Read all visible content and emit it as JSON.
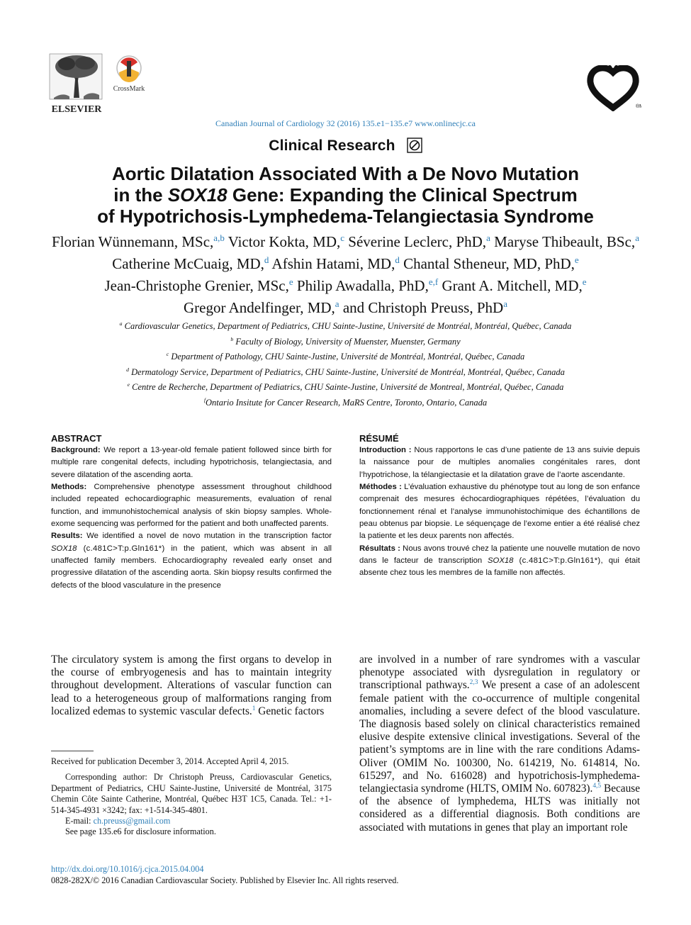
{
  "header": {
    "publisher_logo_text": "ELSEVIER",
    "crossmark_label": "CrossMark",
    "journal_logo_mark": "®MD",
    "journal_line": "Canadian Journal of Cardiology 32 (2016) 135.e1−135.e7 www.onlinecjc.ca",
    "section_label": "Clinical Research"
  },
  "title": {
    "line1": "Aortic Dilatation Associated With a De Novo Mutation",
    "line2_pre": "in the ",
    "line2_gene": "SOX18",
    "line2_post": " Gene: Expanding the Clinical Spectrum",
    "line3": "of Hypotrichosis-Lymphedema-Telangiectasia Syndrome"
  },
  "authors": {
    "lines": [
      [
        {
          "name": "Florian Wünnemann, MSc,",
          "sup": "a,b"
        },
        {
          "name": " Victor Kokta, MD,",
          "sup": "c"
        },
        {
          "name": " Séverine Leclerc, PhD,",
          "sup": "a"
        },
        {
          "name": " Maryse Thibeault, BSc,",
          "sup": "a"
        }
      ],
      [
        {
          "name": "Catherine McCuaig, MD,",
          "sup": "d"
        },
        {
          "name": " Afshin Hatami, MD,",
          "sup": "d"
        },
        {
          "name": " Chantal Stheneur, MD, PhD,",
          "sup": "e"
        }
      ],
      [
        {
          "name": "Jean-Christophe Grenier, MSc,",
          "sup": "e"
        },
        {
          "name": " Philip Awadalla, PhD,",
          "sup": "e,f"
        },
        {
          "name": " Grant A. Mitchell, MD,",
          "sup": "e"
        }
      ],
      [
        {
          "name": "Gregor Andelfinger, MD,",
          "sup": "a"
        },
        {
          "name": " and Christoph Preuss, PhD",
          "sup": "a"
        }
      ]
    ]
  },
  "affiliations": [
    {
      "sup": "a",
      "text": " Cardiovascular Genetics, Department of Pediatrics, CHU Sainte-Justine, Université de Montréal, Montréal, Québec, Canada"
    },
    {
      "sup": "b",
      "text": " Faculty of Biology, University of Muenster, Muenster, Germany"
    },
    {
      "sup": "c",
      "text": " Department of Pathology, CHU Sainte-Justine, Université de Montréal, Montréal, Québec, Canada"
    },
    {
      "sup": "d",
      "text": " Dermatology Service, Department of Pediatrics, CHU Sainte-Justine, Université de Montréal, Montréal, Québec, Canada"
    },
    {
      "sup": "e",
      "text": " Centre de Recherche, Department of Pediatrics, CHU Sainte-Justine, Université de Montreal, Montréal, Québec, Canada"
    },
    {
      "sup": "f",
      "text": "Ontario Insitute for Cancer Research, MaRS Centre, Toronto, Ontario, Canada"
    }
  ],
  "abstract_en": {
    "heading": "ABSTRACT",
    "background_label": "Background:",
    "background_text": " We report a 13-year-old female patient followed since birth for multiple rare congenital defects, including hypotrichosis, telangiectasia, and severe dilatation of the ascending aorta.",
    "methods_label": "Methods:",
    "methods_text": " Comprehensive phenotype assessment throughout childhood included repeated echocardiographic measurements, evaluation of renal function, and immunohistochemical analysis of skin biopsy samples. Whole-exome sequencing was performed for the patient and both unaffected parents.",
    "results_label": "Results:",
    "results_pre": " We identified a novel de novo mutation in the transcription factor ",
    "results_gene": "SOX18",
    "results_mut": " (c.481C>T:p.Gln161*)",
    "results_post": " in the patient, which was absent in all unaffected family members. Echocardiography revealed early onset and progressive dilatation of the ascending aorta. Skin biopsy results confirmed the defects of the blood vasculature in the presence"
  },
  "abstract_fr": {
    "heading": "RÉSUMÉ",
    "intro_label": "Introduction :",
    "intro_text": " Nous rapportons le cas d’une patiente de 13 ans suivie depuis la naissance pour de multiples anomalies congénitales rares, dont l’hypotrichose, la télangiectasie et la dilatation grave de l’aorte ascendante.",
    "methods_label": "Méthodes :",
    "methods_text": " L’évaluation exhaustive du phénotype tout au long de son enfance comprenait des mesures échocardiographiques répétées, l’évaluation du fonctionnement rénal et l’analyse immunohistochimique des échantillons de peau obtenus par biopsie. Le séquençage de l’exome entier a été réalisé chez la patiente et les deux parents non affectés.",
    "results_label": "Résultats :",
    "results_pre": " Nous avons trouvé chez la patiente une nouvelle mutation de novo dans le facteur de transcription ",
    "results_gene": "SOX18",
    "results_mut": " (c.481C>T:p.Gln161*),",
    "results_post": " qui était absente chez tous les membres de la famille non affectés."
  },
  "body_left": {
    "p1_pre": "The circulatory system is among the first organs to develop in the course of embryogenesis and has to maintain integrity throughout development. Alterations of vascular function can lead to a heterogeneous group of malformations ranging from localized edemas to systemic vascular defects.",
    "p1_ref": "1",
    "p1_post": " Genetic factors"
  },
  "body_right": {
    "part1": "are involved in a number of rare syndromes with a vascular phenotype associated with dysregulation in regulatory or transcriptional pathways.",
    "ref1": "2,3",
    "part2": " We present a case of an adolescent female patient with the co-occurrence of multiple congenital anomalies, including a severe defect of the blood vasculature. The diagnosis based solely on clinical characteristics remained elusive despite extensive clinical investigations. Several of the patient’s symptoms are in line with the rare conditions Adams-Oliver (OMIM No. 100300, No. 614219, No. 614814, No. 615297, and No. 616028) and hypotrichosis-lymphedema-telangiectasia syndrome (HLTS, OMIM No. 607823).",
    "ref2": "4,5",
    "part3": " Because of the absence of lymphedema, HLTS was initially not considered as a differential diagnosis. Both conditions are associated with mutations in genes that play an important role"
  },
  "footnotes": {
    "received": "Received for publication December 3, 2014. Accepted April 4, 2015.",
    "corresponding": "Corresponding author: Dr Christoph Preuss, Cardiovascular Genetics, Department of Pediatrics, CHU Sainte-Justine, Université de Montréal, 3175 Chemin Côte Sainte Catherine, Montréal, Québec H3T 1C5, Canada. Tel.: +1-514-345-4931 ×3242; fax: +1-514-345-4801.",
    "email_label": "E-mail: ",
    "email": "ch.preuss@gmail.com",
    "disclosure": "See page 135.e6 for disclosure information."
  },
  "footer": {
    "doi": "http://dx.doi.org/10.1016/j.cjca.2015.04.004",
    "copyright": "0828-282X/© 2016 Canadian Cardiovascular Society. Published by Elsevier Inc. All rights reserved."
  }
}
